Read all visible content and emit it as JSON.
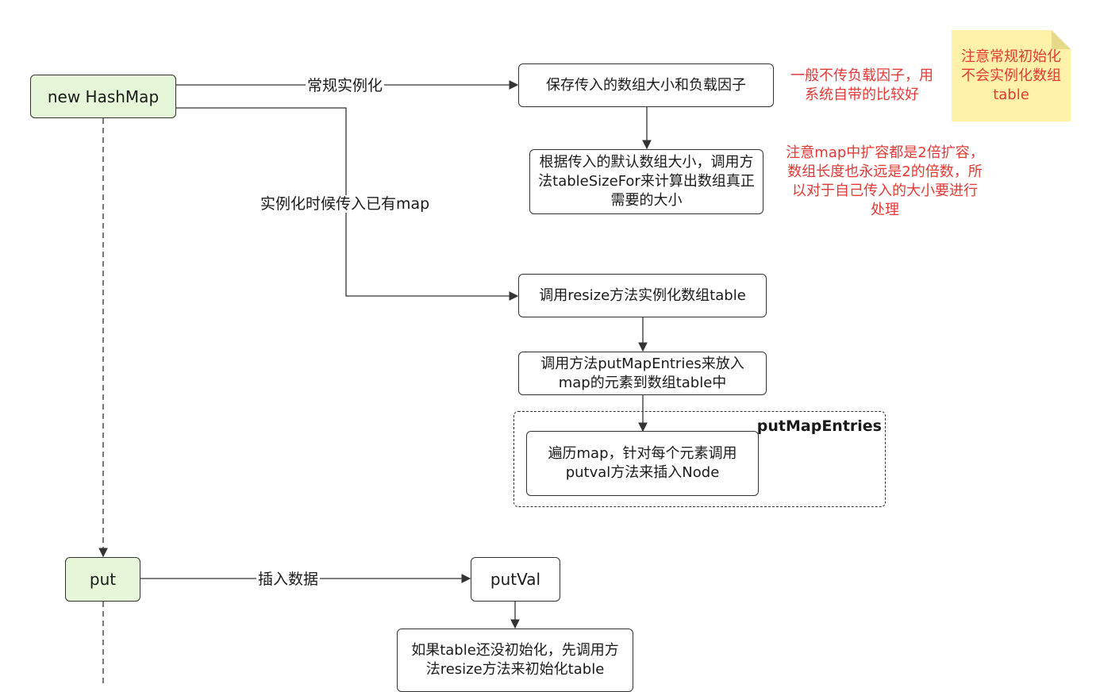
{
  "nodes": {
    "new_hashmap": "new HashMap",
    "save_params": "保存传入的数组大小和负载因子",
    "table_size_for": "根据传入的默认数组大小，调用方法tableSizeFor来计算出数组真正需要的大小",
    "resize_init": "调用resize方法实例化数组table",
    "put_map_entries": "调用方法putMapEntries来放入map的元素到数组table中",
    "iterate_map": "遍历map，针对每个元素调用putval方法来插入Node",
    "put": "put",
    "putval": "putVal",
    "init_if_needed": "如果table还没初始化，先调用方法resize方法来初始化table"
  },
  "edge_labels": {
    "regular_instantiation": "常规实例化",
    "instantiation_with_map": "实例化时候传入已有map",
    "insert_data": "插入数据"
  },
  "group": {
    "title": "putMapEntries"
  },
  "notes": {
    "load_factor": "一般不传负载因子，用系统自带的比较好",
    "double_expand": "注意map中扩容都是2倍扩容，数组长度也永远是2的倍数，所以对于自己传入的大小要进行处理",
    "sticky": "注意常规初始化不会实例化数组table"
  },
  "colors": {
    "start_fill": "#e6f7d9",
    "note_text": "#e53935",
    "sticky_fill": "#fff2a8",
    "stroke": "#333333"
  }
}
